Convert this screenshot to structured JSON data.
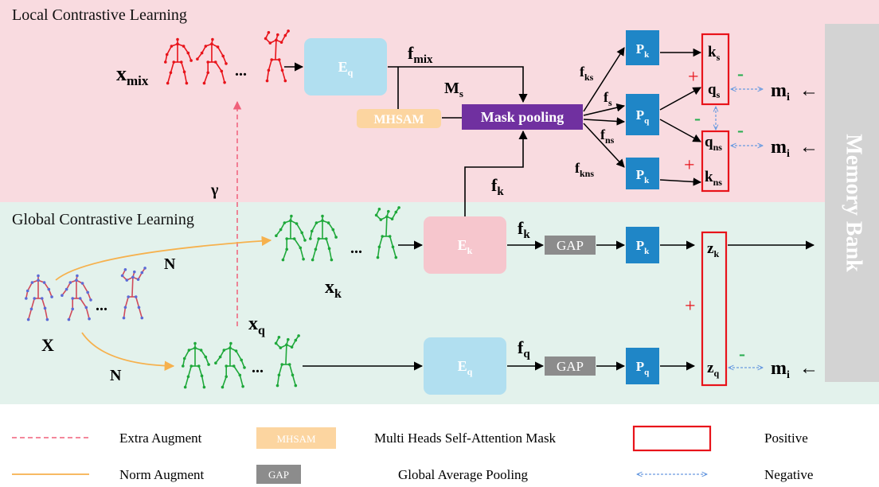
{
  "sections": {
    "local_title": "Local Contrastive Learning",
    "global_title": "Global Contrastive Learning"
  },
  "memory_bank": "Memory Bank",
  "encoders": {
    "eq": {
      "main": "E",
      "sub": "q"
    },
    "ek": {
      "main": "E",
      "sub": "k"
    }
  },
  "blocks": {
    "mhsam": "MHSAM",
    "mask_pooling": "Mask pooling",
    "gap": "GAP",
    "pk": {
      "main": "P",
      "sub": "k"
    },
    "pq": {
      "main": "P",
      "sub": "q"
    }
  },
  "symbols": {
    "x_mix": {
      "main": "x",
      "sub": "mix"
    },
    "x": "X",
    "x_k": {
      "main": "x",
      "sub": "k"
    },
    "x_q": {
      "main": "x",
      "sub": "q"
    },
    "gamma": "γ",
    "n": "N",
    "ellipsis": "...",
    "f_mix": {
      "main": "f",
      "sub": "mix"
    },
    "m_s": {
      "main": "M",
      "sub": "s"
    },
    "f_k": {
      "main": "f",
      "sub": "k"
    },
    "f_q": {
      "main": "f",
      "sub": "q"
    },
    "f_ks": {
      "main": "f",
      "sub": "ks"
    },
    "f_s": {
      "main": "f",
      "sub": "s"
    },
    "f_ns": {
      "main": "f",
      "sub": "ns"
    },
    "f_kns": {
      "main": "f",
      "sub": "kns"
    },
    "k_s": {
      "main": "k",
      "sub": "s"
    },
    "q_s": {
      "main": "q",
      "sub": "s"
    },
    "q_ns": {
      "main": "q",
      "sub": "ns"
    },
    "k_ns": {
      "main": "k",
      "sub": "ns"
    },
    "z_k": {
      "main": "z",
      "sub": "k"
    },
    "z_q": {
      "main": "z",
      "sub": "q"
    },
    "m_i": {
      "main": "m",
      "sub": "i"
    },
    "plus": "+",
    "minus": "-",
    "arrow_left": "←"
  },
  "legend": {
    "extra_augment": "Extra Augment",
    "norm_augment": "Norm Augment",
    "mhsam_chip": "MHSAM",
    "mhsam_desc": "Multi Heads Self-Attention Mask",
    "gap_chip": "GAP",
    "gap_desc": "Global Average Pooling",
    "positive": "Positive",
    "negative": "Negative"
  },
  "colors": {
    "local_bg": "#f9dbe0",
    "global_bg": "#e3f2ec",
    "memory_bank": "#d3d3d3",
    "eq": "#b1dff0",
    "ek": "#f6c6cd",
    "mhsam": "#fcd5a0",
    "mask_pooling": "#7030a0",
    "gap": "#8c8c8c",
    "projector": "#1f86c7",
    "positive": "#e8131a",
    "negative": "#6a9be0",
    "extra_aug": "#f0607a",
    "norm_aug": "#f6b14d",
    "mix_skeleton": "#e8131a",
    "view_skeleton": "#1ea83a",
    "input_skeleton": "#d04a5a",
    "joint": "#5d6bd6",
    "green_minus": "#2aae52"
  }
}
